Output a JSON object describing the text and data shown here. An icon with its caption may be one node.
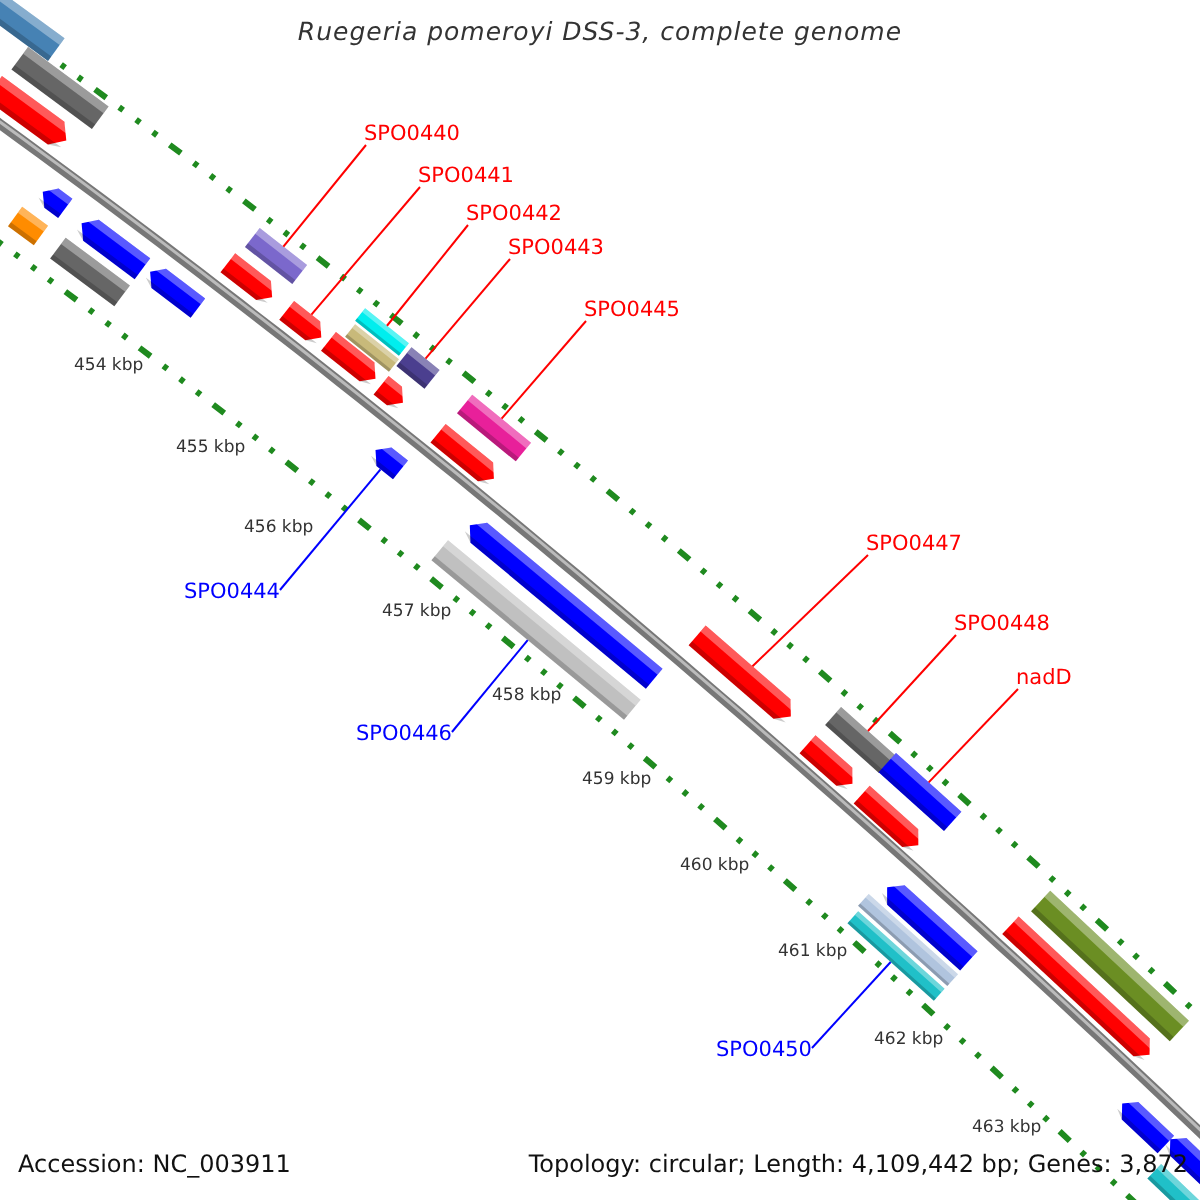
{
  "diagram": {
    "title": "Ruegeria pomeroyi DSS-3, complete genome",
    "nodes": [
      {
        "text": [],
        "shape": "bar"
      },
      {
        "text": [],
        "shape": "bar"
      },
      {
        "text": [],
        "shape": "bar"
      },
      {
        "text": [],
        "shape": "bar"
      },
      {
        "text": [],
        "shape": "bar"
      },
      {
        "text": [],
        "shape": "bar"
      },
      {
        "text": [],
        "shape": "bar"
      },
      {
        "text": [],
        "shape": "bar"
      },
      {
        "text": [],
        "shape": "bar"
      },
      {
        "text": [],
        "shape": "bar"
      },
      {
        "text": [],
        "shape": "bar"
      },
      {
        "text": [],
        "shape": "bar"
      },
      {
        "text": [],
        "shape": "bar"
      },
      {
        "text": [],
        "shape": "bar"
      },
      {
        "text": [],
        "shape": "bar"
      },
      {
        "text": [],
        "shape": "bar"
      },
      {
        "text": [],
        "shape": "bar"
      },
      {
        "text": [],
        "shape": "bar"
      },
      {
        "text": [],
        "shape": "bar"
      },
      {
        "text": [],
        "shape": "bar"
      },
      {
        "text": [],
        "shape": "bar"
      },
      {
        "text": [],
        "shape": "bar"
      },
      {
        "text": [],
        "shape": "bar"
      },
      {
        "text": [],
        "shape": "bar"
      },
      {
        "text": [],
        "shape": "bar"
      },
      {
        "text": [],
        "shape": "bar"
      },
      {
        "text": [],
        "shape": "bar"
      },
      {
        "text": [],
        "shape": "bar"
      },
      {
        "text": [],
        "shape": "bar"
      },
      {
        "text": [],
        "shape": "bar"
      },
      {
        "text": [],
        "shape": "bar"
      },
      {
        "text": [],
        "shape": "bar"
      },
      {
        "text": [],
        "shape": "bar"
      },
      {
        "text": [],
        "shape": "bar"
      },
      {
        "text": [
          "SPO0440"
        ]
      },
      {
        "text": [
          "SPO0441"
        ]
      },
      {
        "text": [
          "SPO0442"
        ]
      },
      {
        "text": [
          "SPO0443"
        ]
      },
      {
        "text": [
          "SPO0445"
        ]
      },
      {
        "text": [
          "SPO0444"
        ]
      },
      {
        "text": [
          "SPO0446"
        ]
      },
      {
        "text": [
          "SPO0447"
        ]
      },
      {
        "text": [
          "SPO0448"
        ]
      },
      {
        "text": [
          "nadD"
        ]
      },
      {
        "text": [
          "SPO0450"
        ]
      }
    ],
    "edges": [
      {
        "from": 34,
        "to": 3,
        "arrow": "none"
      },
      {
        "from": 35,
        "to": 5,
        "arrow": "none"
      },
      {
        "from": 36,
        "to": 7,
        "arrow": "none"
      },
      {
        "from": 37,
        "to": 9,
        "arrow": "none"
      },
      {
        "from": 38,
        "to": 11,
        "arrow": "none"
      },
      {
        "from": 39,
        "to": 25,
        "arrow": "none",
        "color": "#0000ff"
      },
      {
        "from": 40,
        "to": 27,
        "arrow": "none",
        "color": "#0000ff"
      },
      {
        "from": 41,
        "to": 13,
        "arrow": "none"
      },
      {
        "from": 42,
        "to": 14,
        "arrow": "none"
      },
      {
        "from": 43,
        "to": 16,
        "arrow": "none"
      },
      {
        "from": 44,
        "to": 30,
        "arrow": "none",
        "color": "#0000ff"
      }
    ],
    "labels": [
      "454 kbp",
      "455 kbp",
      "456 kbp",
      "457 kbp",
      "458 kbp",
      "459 kbp",
      "460 kbp",
      "461 kbp",
      "462 kbp",
      "463 kbp",
      "Accession: NC_003911",
      "Topology: circular; Length: 4,109,442 bp; Genes: 3,872"
    ]
  }
}
